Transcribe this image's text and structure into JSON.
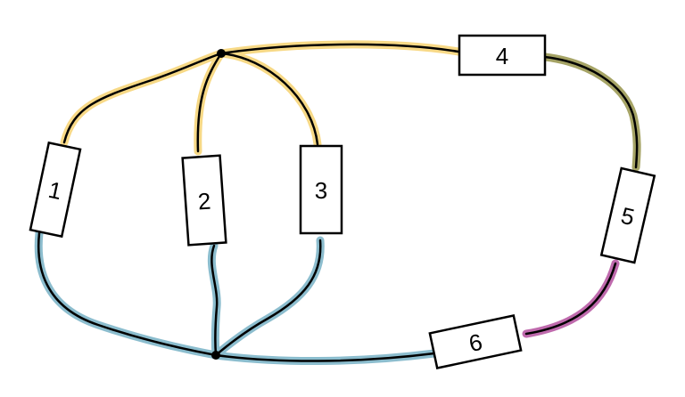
{
  "colors": {
    "background": "#ffffff",
    "wire": "#000000",
    "node": "#000000",
    "resistor_fill": "#ffffff",
    "resistor_stroke": "#000000",
    "highlight_yellow": "#f7d57a",
    "highlight_blue": "#7fb6c9",
    "highlight_olive": "#9c9a55",
    "highlight_purple": "#b85aa4"
  },
  "resistors": [
    {
      "id": "r1",
      "label": "1"
    },
    {
      "id": "r2",
      "label": "2"
    },
    {
      "id": "r3",
      "label": "3"
    },
    {
      "id": "r4",
      "label": "4"
    },
    {
      "id": "r5",
      "label": "5"
    },
    {
      "id": "r6",
      "label": "6"
    }
  ],
  "nodes": [
    {
      "id": "top-node"
    },
    {
      "id": "bottom-node"
    }
  ]
}
